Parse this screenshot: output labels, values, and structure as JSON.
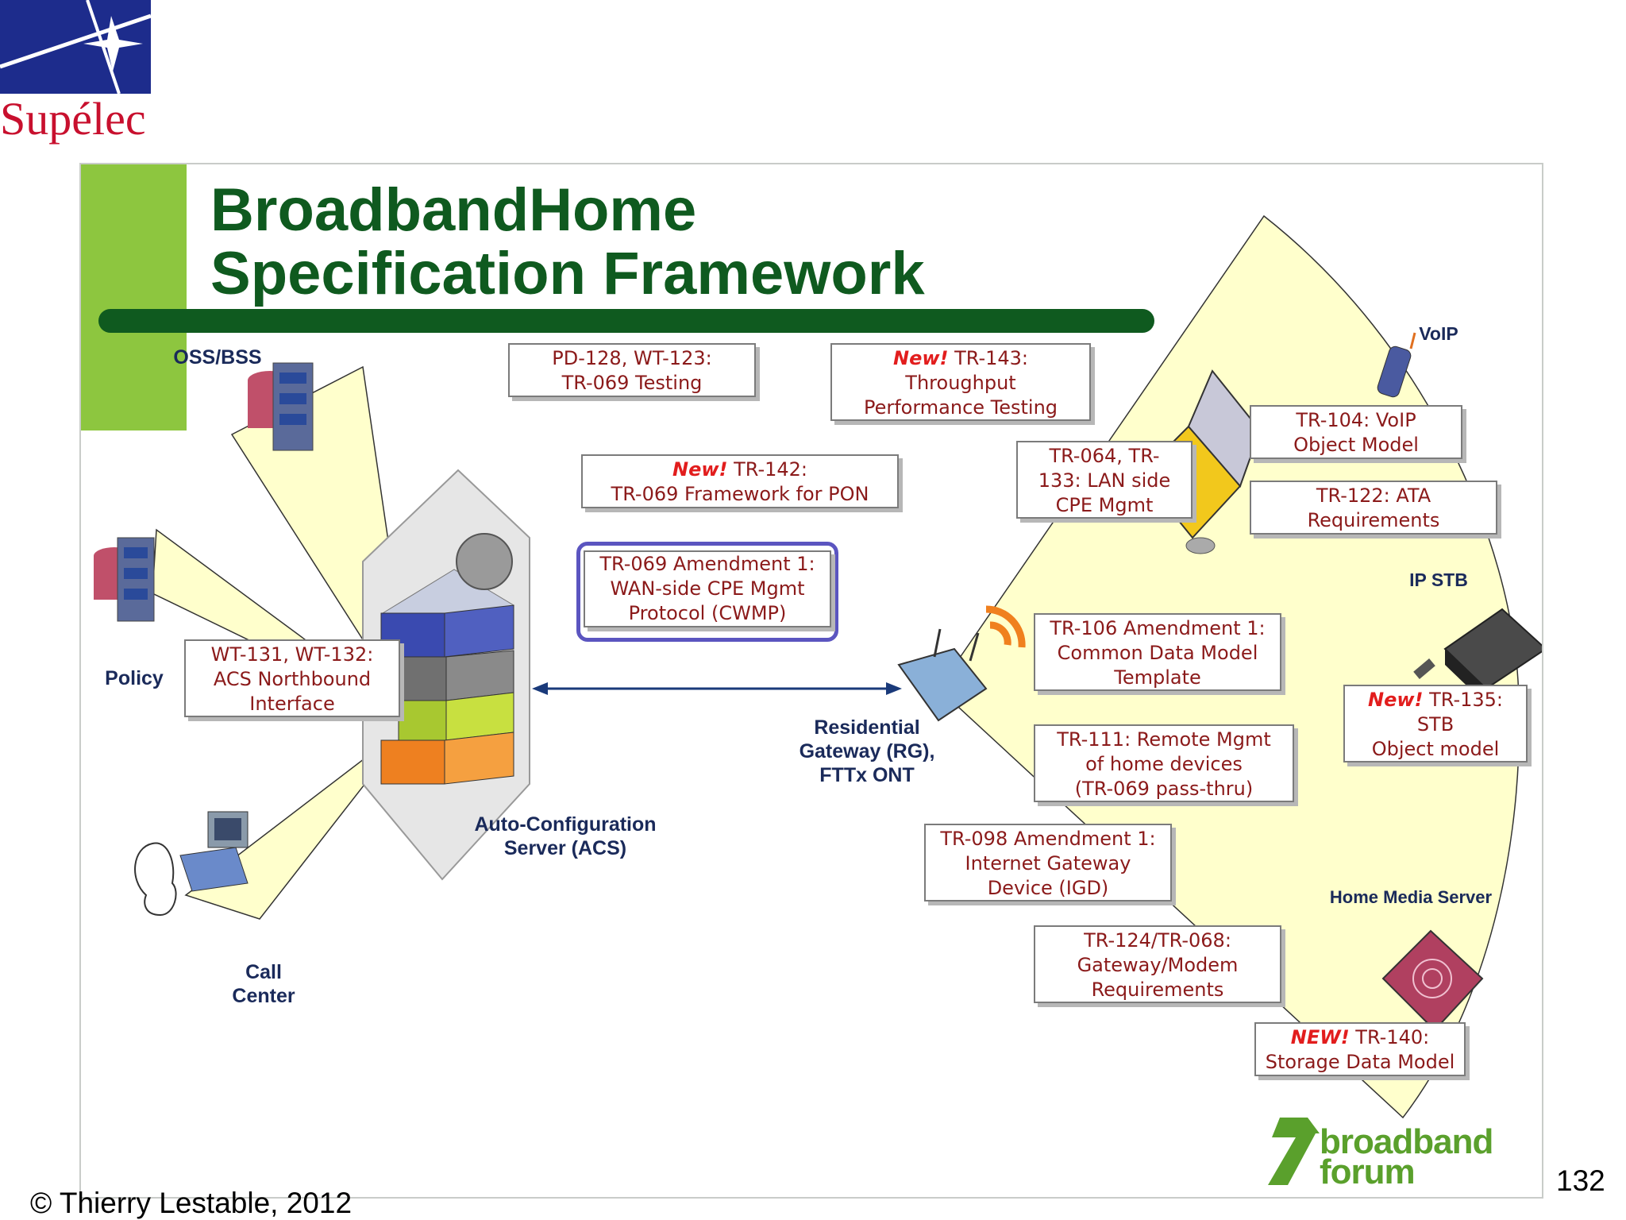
{
  "logo": {
    "name": "Supélec"
  },
  "title": {
    "line1": "BroadbandHome",
    "line2": "Specification Framework"
  },
  "labels": {
    "oss": "OSS/BSS",
    "policy": "Policy",
    "call1": "Call",
    "call2": "Center",
    "acs1": "Auto-Configuration",
    "acs2": "Server (ACS)",
    "rg1": "Residential",
    "rg2": "Gateway (RG),",
    "rg3": "FTTx ONT",
    "voip": "VoIP",
    "ipstb": "IP STB",
    "hms": "Home Media Server"
  },
  "boxes": {
    "pd128": {
      "l1": "PD-128, WT-123:",
      "l2": "TR-069 Testing"
    },
    "tr143": {
      "new": "New!",
      "l1": " TR-143:",
      "l2": "Throughput",
      "l3": "Performance Testing"
    },
    "tr142": {
      "new": "New!",
      "l1": " TR-142:",
      "l2": "TR-069 Framework for PON"
    },
    "tr069": {
      "l1": "TR-069 Amendment 1:",
      "l2": "WAN-side CPE Mgmt",
      "l3": "Protocol (CWMP)"
    },
    "wt131": {
      "l1": "WT-131, WT-132:",
      "l2": "ACS Northbound",
      "l3": "Interface"
    },
    "tr064": {
      "l1": "TR-064, TR-",
      "l2": "133: LAN side",
      "l3": "CPE Mgmt"
    },
    "tr104": {
      "l1": "TR-104: VoIP",
      "l2": "Object Model"
    },
    "tr122": {
      "l1": "TR-122: ATA",
      "l2": "Requirements"
    },
    "tr106": {
      "l1": "TR-106 Amendment 1:",
      "l2": "Common Data Model",
      "l3": "Template"
    },
    "tr135": {
      "new": "New!",
      "l1": " TR-135:",
      "l2": "STB",
      "l3": "Object model"
    },
    "tr111": {
      "l1": "TR-111: Remote Mgmt",
      "l2": "of home devices",
      "l3": "(TR-069 pass-thru)"
    },
    "tr098": {
      "l1": "TR-098 Amendment 1:",
      "l2": "Internet Gateway",
      "l3": "Device (IGD)"
    },
    "tr124": {
      "l1": "TR-124/TR-068:",
      "l2": "Gateway/Modem",
      "l3": "Requirements"
    },
    "tr140": {
      "new": "NEW!",
      "l1": " TR-140:",
      "l2": "Storage Data Model"
    }
  },
  "bf_logo": {
    "line1": "broadband",
    "line2": "forum"
  },
  "footer": {
    "copyright": "© Thierry Lestable, 2012",
    "page": "132"
  },
  "colors": {
    "title_green": "#0f5a1f",
    "accent_green": "#8dc63f",
    "box_text": "#8b1a1a",
    "new_red": "#e21d1d",
    "highlight_border": "#5b55c0",
    "fan_fill": "#ffffcc",
    "label_navy": "#1a2a5a"
  }
}
